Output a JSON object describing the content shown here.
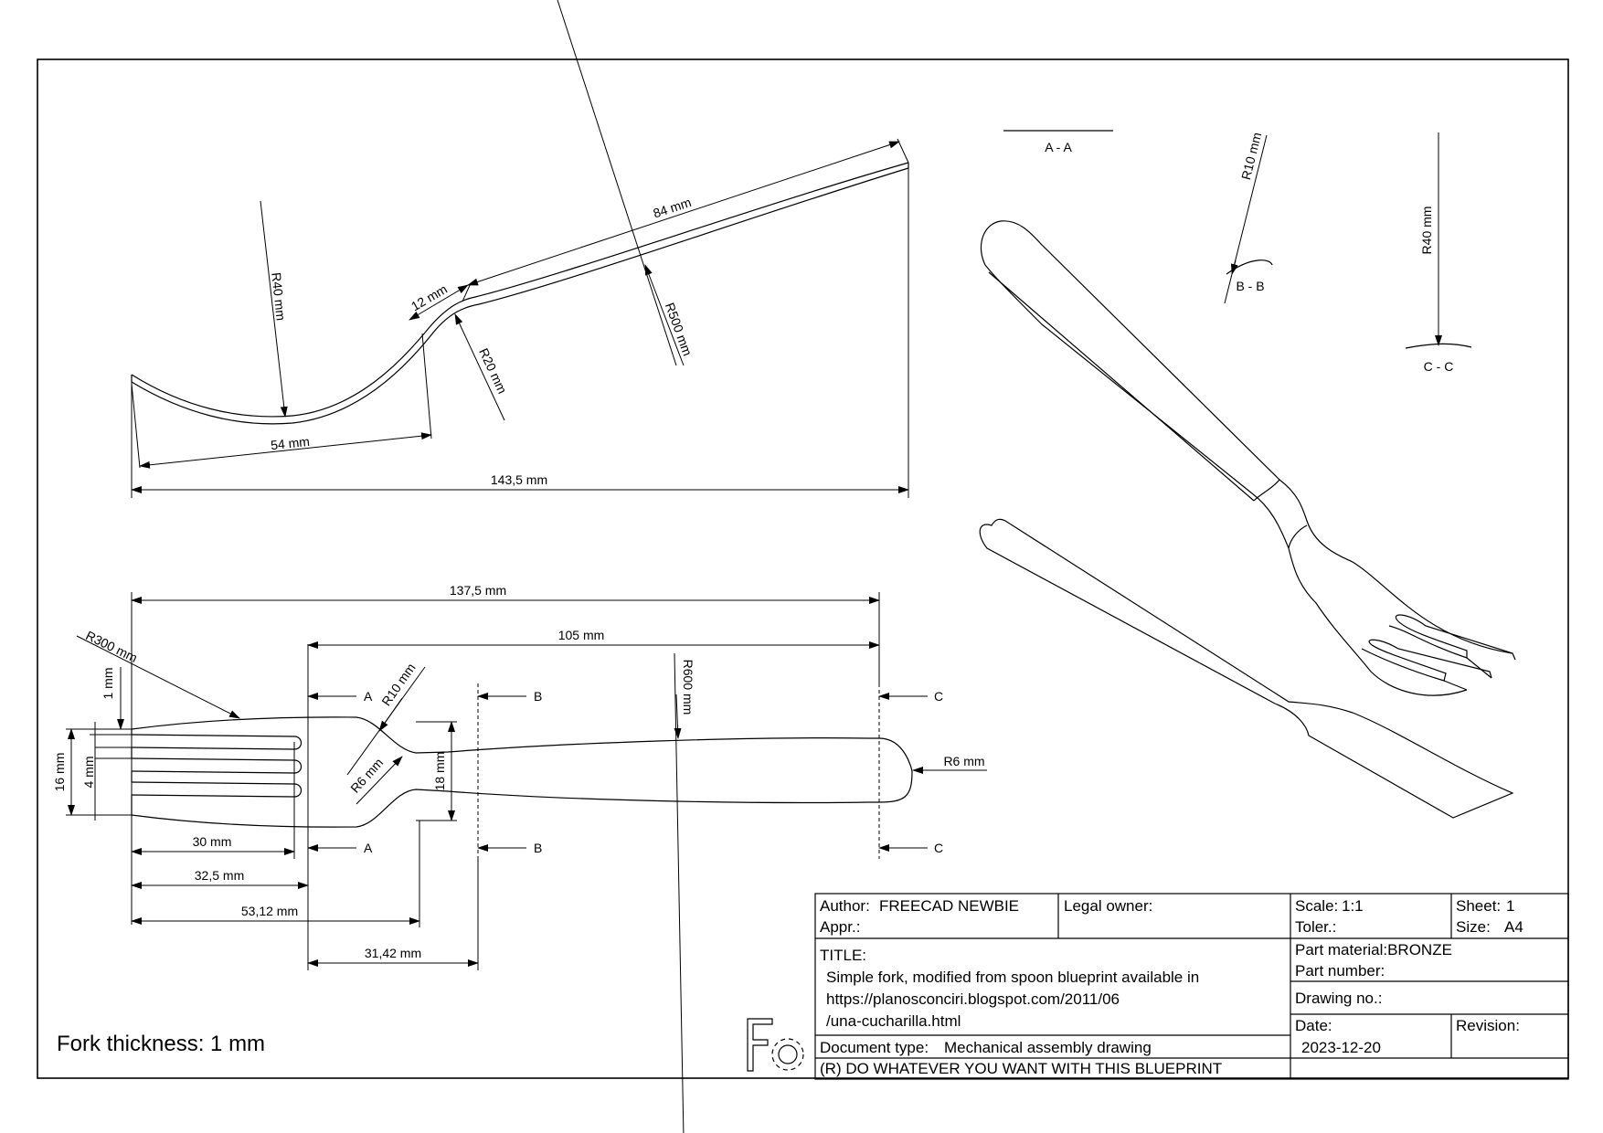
{
  "side_view": {
    "dim_84": "84 mm",
    "dim_12": "12 mm",
    "dim_r40": "R40 mm",
    "dim_r20": "R20 mm",
    "dim_r500": "R500 mm",
    "dim_54": "54 mm",
    "dim_143": "143,5 mm"
  },
  "top_view": {
    "dim_137": "137,5 mm",
    "dim_105": "105 mm",
    "dim_r300": "R300 mm",
    "dim_r10": "R10 mm",
    "dim_r600": "R600 mm",
    "dim_r6_left": "R6 mm",
    "dim_r6_right": "R6 mm",
    "dim_1": "1 mm",
    "dim_16": "16 mm",
    "dim_4": "4 mm",
    "dim_18": "18 mm",
    "dim_30": "30 mm",
    "dim_32": "32,5 mm",
    "dim_53": "53,12 mm",
    "dim_31": "31,42 mm",
    "sec_a": "A",
    "sec_b": "B",
    "sec_c": "C"
  },
  "sections": {
    "aa": "A - A",
    "bb": "B - B",
    "cc": "C - C",
    "r10": "R10 mm",
    "r40": "R40 mm"
  },
  "note": "Fork thickness: 1 mm",
  "title_block": {
    "author_label": "Author:",
    "author_value": "FREECAD NEWBIE",
    "appr_label": "Appr.:",
    "legal_owner_label": "Legal owner:",
    "scale_label": "Scale:",
    "scale_value": "1:1",
    "toler_label": "Toler.:",
    "sheet_label": "Sheet:",
    "sheet_value": "1",
    "size_label": "Size:",
    "size_value": "A4",
    "title_label": "TITLE:",
    "title_line1": "Simple fork, modified from spoon blueprint available in",
    "title_line2": "https://planosconciri.blogspot.com/2011/06",
    "title_line3": "/una-cucharilla.html",
    "part_material": "Part material:BRONZE",
    "part_number": "Part number:",
    "drawing_no": "Drawing no.:",
    "date_label": "Date:",
    "date_value": "2023-12-20",
    "revision_label": "Revision:",
    "doc_type_label": "Document type:",
    "doc_type_value": "Mechanical assembly drawing",
    "rights": "(R) DO WHATEVER YOU WANT WITH THIS BLUEPRINT"
  }
}
